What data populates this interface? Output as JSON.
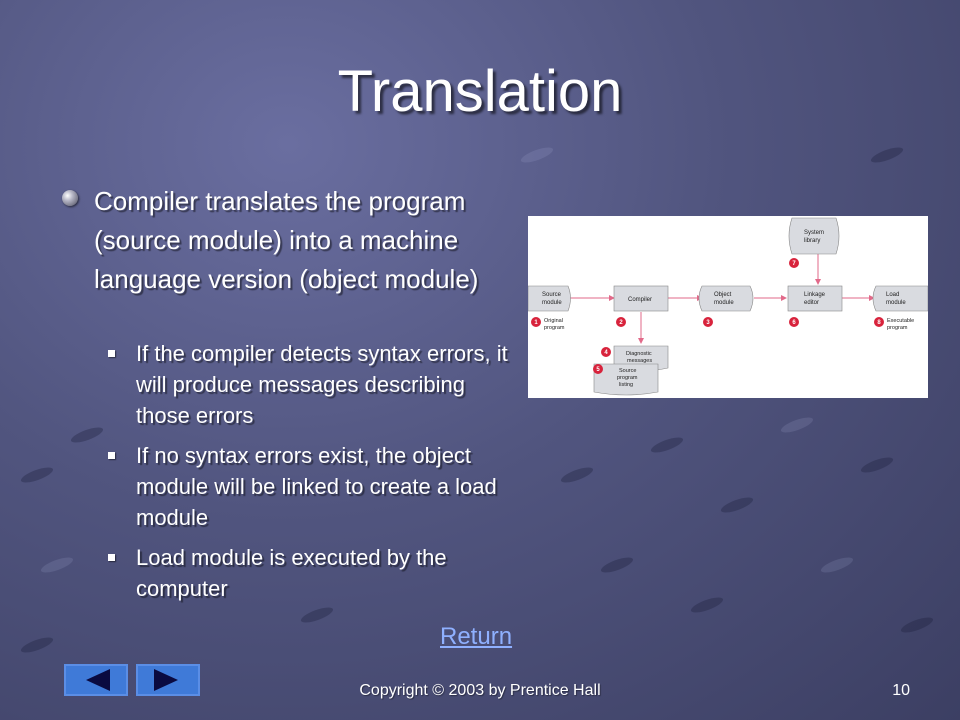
{
  "slide": {
    "title": "Translation",
    "main_bullet": "Compiler translates the program (source module) into a machine language version (object module)",
    "sub_bullets": [
      "If the compiler detects syntax errors, it will produce messages describing those errors",
      "If no syntax errors exist, the object module will be linked to create a load module",
      "Load module is executed by the computer"
    ]
  },
  "diagram": {
    "boxes": {
      "source": [
        "Source",
        "module"
      ],
      "compiler": [
        "Compiler"
      ],
      "object": [
        "Object",
        "module"
      ],
      "linkage": [
        "Linkage",
        "editor"
      ],
      "load": [
        "Load",
        "module"
      ],
      "system": [
        "System",
        "library"
      ],
      "diagnostic": [
        "Diagnostic",
        "messages"
      ],
      "listing": [
        "Source",
        "program",
        "listing"
      ]
    },
    "steps": {
      "s1": "1",
      "s2": "2",
      "s3": "3",
      "s4": "4",
      "s5": "5",
      "s6": "6",
      "s7": "7",
      "s8": "8"
    },
    "step_labels": {
      "original": [
        "Original",
        "program"
      ],
      "executable": [
        "Executable",
        "program"
      ]
    },
    "colors": {
      "arrow": "#e26a8a",
      "step": "#d8233c",
      "box_fill": "#d9dbe0"
    }
  },
  "links": {
    "return": "Return"
  },
  "footer": {
    "copyright": "Copyright © 2003 by Prentice Hall",
    "page_number": "10"
  },
  "nav": {
    "prev_icon": "triangle-left-icon",
    "next_icon": "triangle-right-icon"
  }
}
